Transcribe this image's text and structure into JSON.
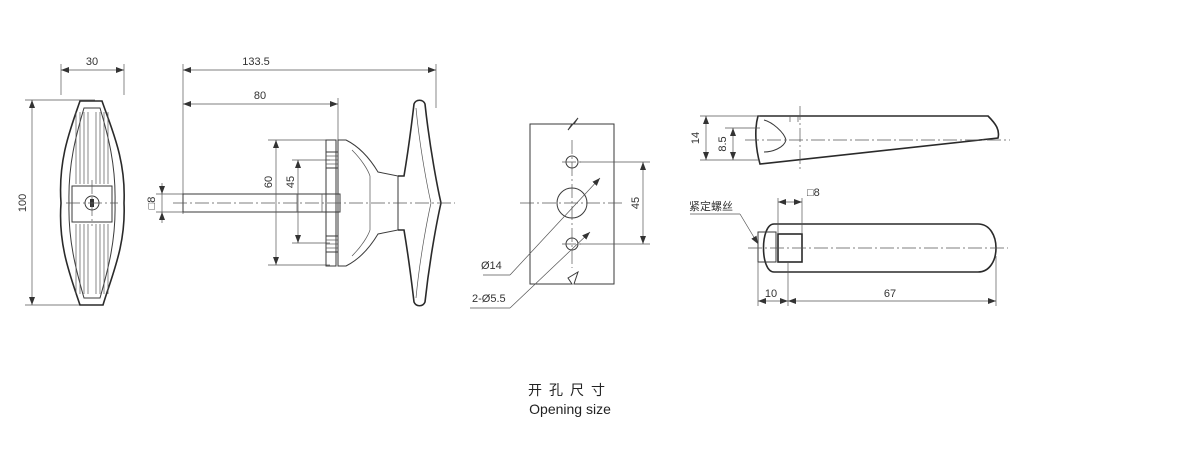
{
  "dimensions": {
    "handle_width": "30",
    "total_length": "133.5",
    "shaft_length": "80",
    "height": "100",
    "square_side": "□8",
    "mount_spacing_outer": "60",
    "mount_spacing_inner": "45",
    "cutout_spacing": "45",
    "center_hole": "Ø14",
    "screw_holes": "2-Ø5.5",
    "cam_height": "14",
    "cam_offset": "8.5",
    "cam_square": "□8",
    "cam_boss": "10",
    "cam_length": "67"
  },
  "labels": {
    "set_screw": "紧定螺丝"
  },
  "caption": {
    "chinese": "开孔尺寸",
    "english": "Opening size"
  }
}
